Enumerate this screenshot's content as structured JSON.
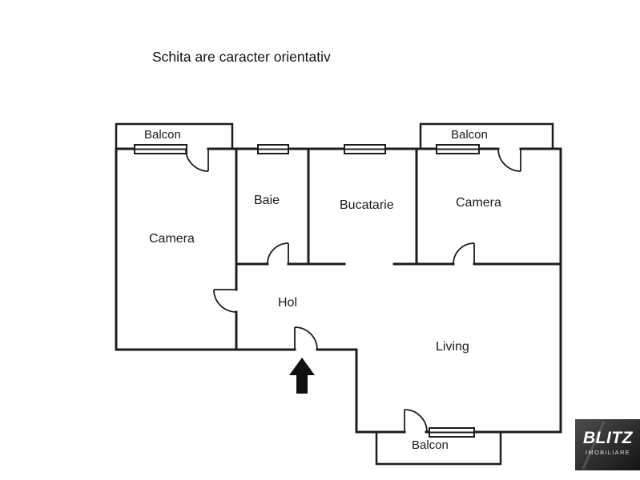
{
  "title": "Schita are caracter orientativ",
  "rooms": {
    "camera_left": {
      "label": "Camera"
    },
    "baie": {
      "label": "Baie"
    },
    "bucatarie": {
      "label": "Bucatarie"
    },
    "camera_right": {
      "label": "Camera"
    },
    "hol": {
      "label": "Hol"
    },
    "living": {
      "label": "Living"
    }
  },
  "balconies": {
    "top_left": {
      "label": "Balcon"
    },
    "top_right": {
      "label": "Balcon"
    },
    "bottom": {
      "label": "Balcon"
    }
  },
  "logo": {
    "brand": "BLITZ",
    "subtitle": "IMOBILIARE"
  },
  "colors": {
    "wall": "#1c1c1c",
    "camera_left_label": "#8d8d8d",
    "text": "#1a1a1a",
    "logo_background_dark": "#161616",
    "logo_text": "#ffffff"
  }
}
